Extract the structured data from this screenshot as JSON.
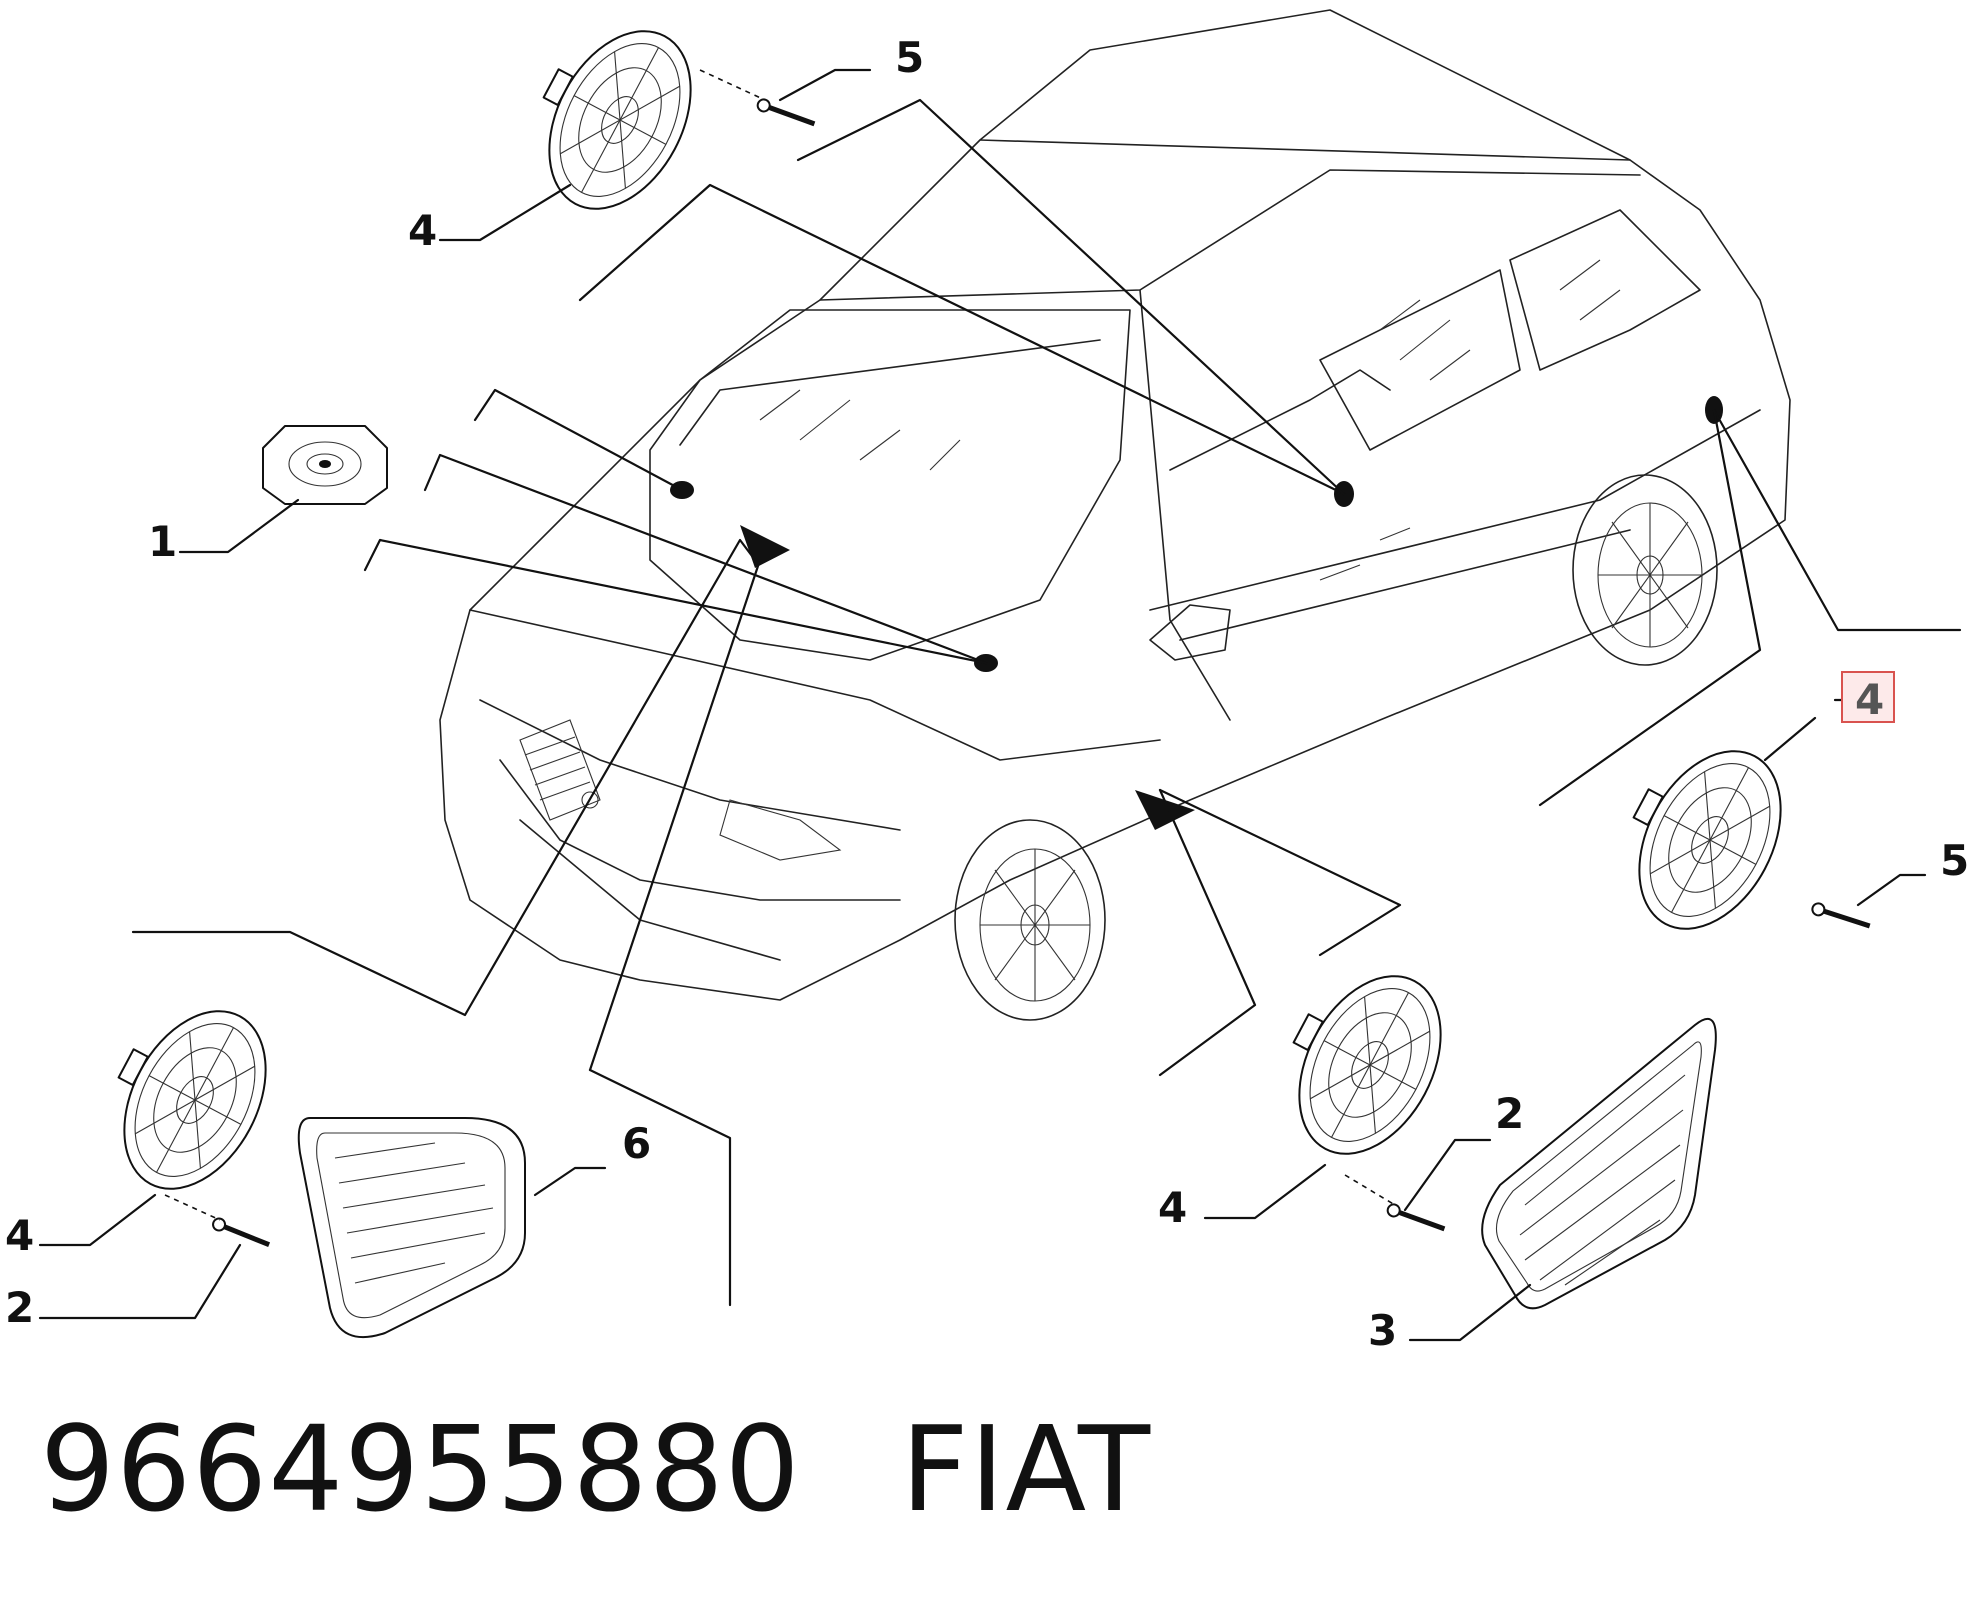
{
  "callouts": {
    "c1": "1",
    "c2a": "2",
    "c2b": "2",
    "c3": "3",
    "c4a": "4",
    "c4b": "4",
    "c4c": "4",
    "c4d": "4",
    "c5a": "5",
    "c5b": "5",
    "c6": "6"
  },
  "highlighted_callout": "c4d",
  "highlight_color": "#d9534f",
  "footer": {
    "part_number": "9664955880",
    "brand": "FIAT"
  }
}
